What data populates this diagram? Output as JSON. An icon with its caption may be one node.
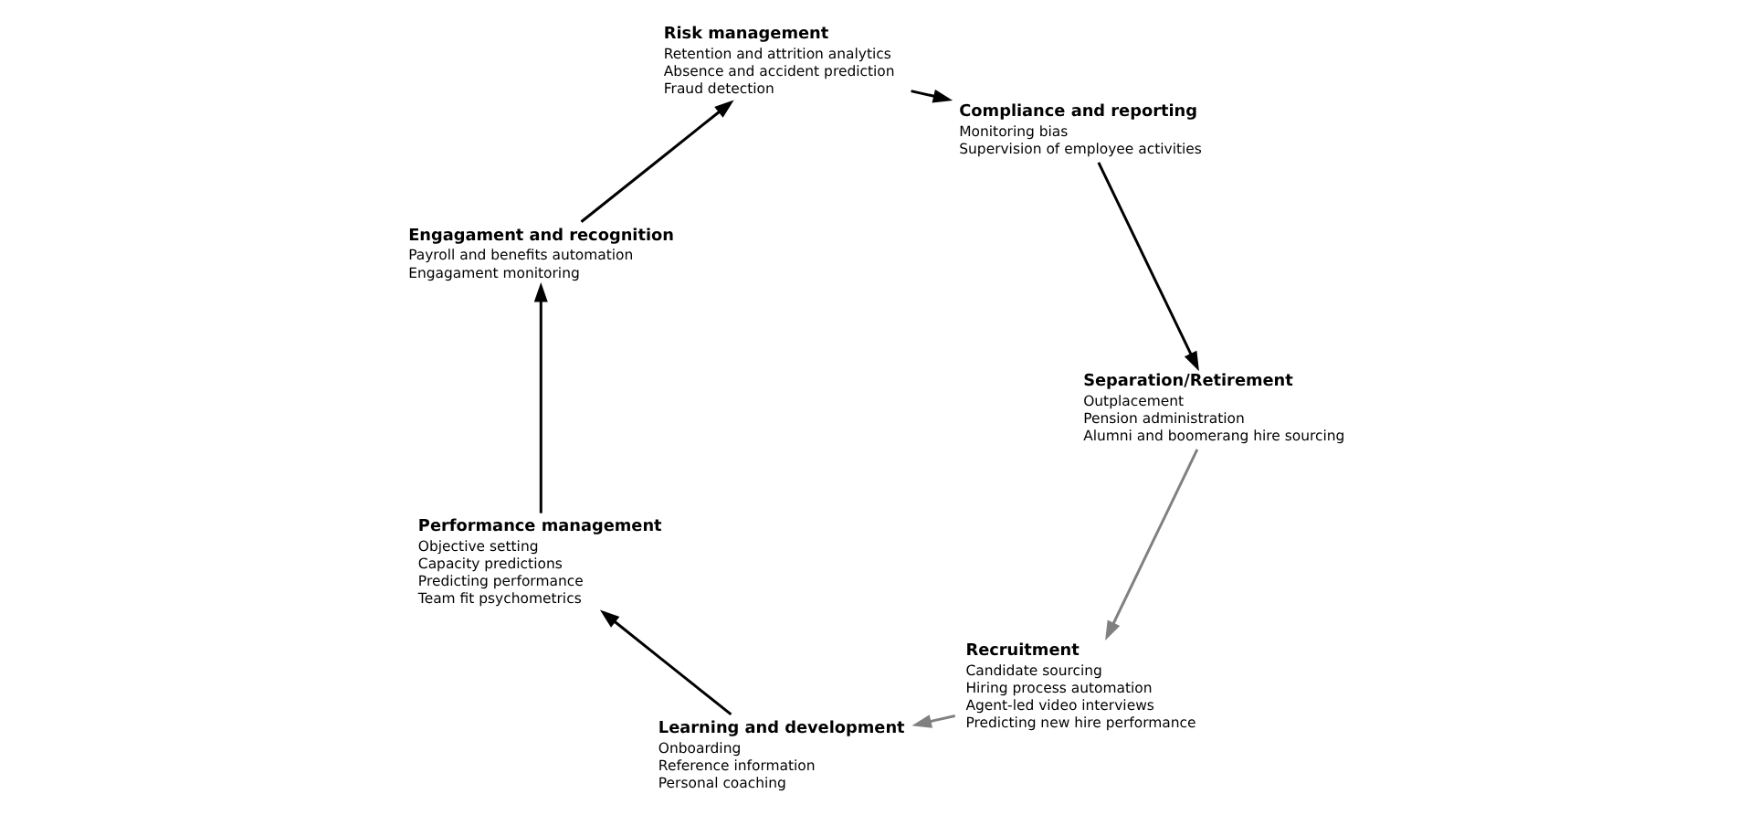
{
  "diagram": {
    "nodes": [
      {
        "text": [
          "Recruitment",
          "Candidate sourcing",
          "Hiring process automation",
          "Agent-led video interviews",
          "Predicting new hire performance"
        ]
      },
      {
        "text": [
          "Learning and development",
          "Onboarding",
          "Reference information",
          "Personal coaching"
        ]
      },
      {
        "text": [
          "Performance management",
          "Objective setting",
          "Capacity predictions",
          "Predicting performance",
          "Team fit psychometrics"
        ]
      },
      {
        "text": [
          "Engagament and recognition",
          "Payroll and benefits automation",
          "Engagament monitoring"
        ]
      },
      {
        "text": [
          "Risk management",
          "Retention and attrition analytics",
          "Absence and accident prediction",
          "Fraud detection"
        ]
      },
      {
        "text": [
          "Compliance and reporting",
          "Monitoring bias",
          "Supervision of employee activities"
        ]
      },
      {
        "text": [
          "Separation/Retirement",
          "Outplacement",
          "Pension administration",
          "Alumni and boomerang hire sourcing"
        ]
      }
    ],
    "edges": [
      {
        "from": 0,
        "to": 1,
        "arrow": "to",
        "color": "#808080"
      },
      {
        "from": 1,
        "to": 2,
        "arrow": "to"
      },
      {
        "from": 2,
        "to": 3,
        "arrow": "to"
      },
      {
        "from": 3,
        "to": 4,
        "arrow": "to"
      },
      {
        "from": 4,
        "to": 5,
        "arrow": "to"
      },
      {
        "from": 5,
        "to": 6,
        "arrow": "to"
      },
      {
        "from": 6,
        "to": 0,
        "arrow": "to",
        "color": "#808080"
      }
    ]
  }
}
